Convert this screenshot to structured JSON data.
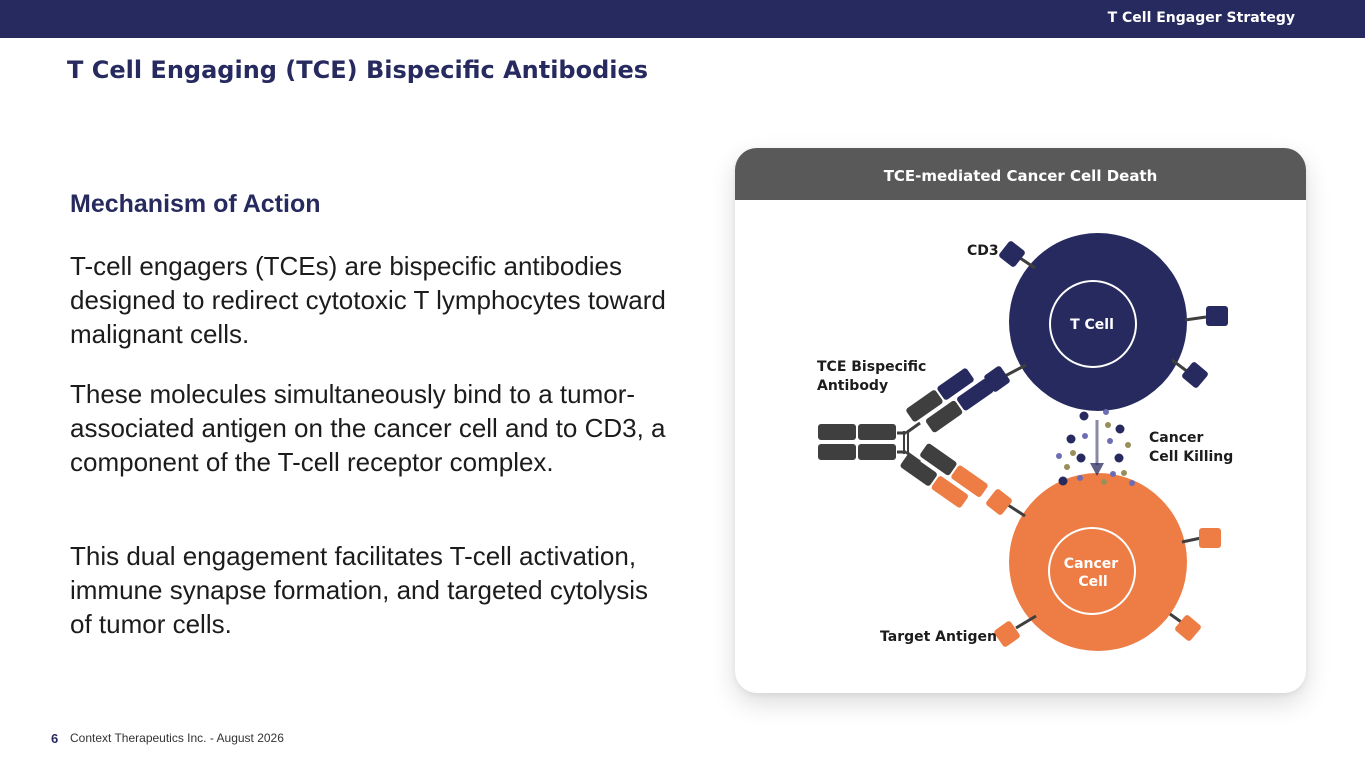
{
  "header": {
    "section_title": "T Cell Engager Strategy"
  },
  "page": {
    "title": "T Cell Engaging (TCE) Bispecific Antibodies"
  },
  "content": {
    "heading": "Mechanism of Action",
    "paragraphs": [
      "T-cell engagers (TCEs) are bispecific antibodies designed to redirect cytotoxic T lymphocytes toward malignant cells.",
      "These molecules simultaneously bind to a tumor-associated antigen on the cancer cell and to CD3, a component of the T-cell receptor complex.",
      "This dual engagement facilitates T-cell activation, immune synapse formation, and targeted cytolysis of tumor cells."
    ]
  },
  "diagram": {
    "title": "TCE-mediated Cancer Cell Death",
    "labels": {
      "cd3": "CD3",
      "t_cell": "T Cell",
      "antibody": [
        "TCE Bispecific",
        "Antibody"
      ],
      "killing": [
        "Cancer",
        "Cell Killing"
      ],
      "cancer_cell": [
        "Cancer",
        "Cell"
      ],
      "target_antigen": "Target Antigen"
    },
    "colors": {
      "t_cell": "#272a5e",
      "cancer_cell": "#ee7d45",
      "antibody": "#3f3f3f",
      "header": "#595959"
    }
  },
  "footer": {
    "page_number": "6",
    "text": "Context Therapeutics Inc. - August 2026"
  }
}
